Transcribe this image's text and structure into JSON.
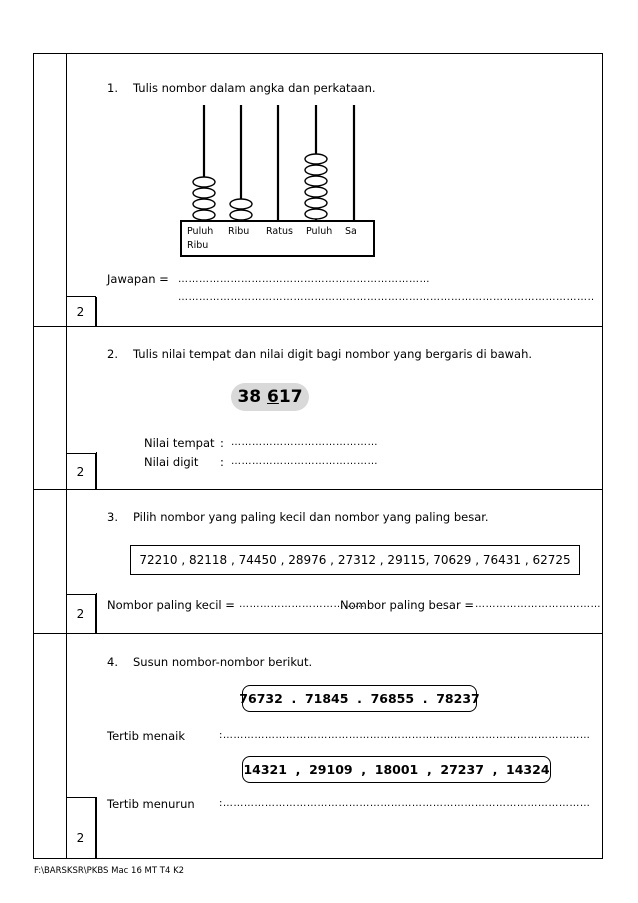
{
  "q1": {
    "number": "1.",
    "instruction": "Tulis nombor dalam angka dan perkataan.",
    "abacus": {
      "columns": [
        {
          "label": "Puluh",
          "label2": "Ribu",
          "beads": 4
        },
        {
          "label": "Ribu",
          "label2": "",
          "beads": 2
        },
        {
          "label": "Ratus",
          "label2": "",
          "beads": 0
        },
        {
          "label": "Puluh",
          "label2": "",
          "beads": 6
        },
        {
          "label": "Sa",
          "label2": "",
          "beads": 0
        }
      ]
    },
    "answer_label": "Jawapan =",
    "answer_dots_1": "………………………………………………………………",
    "answer_dots_2": "…………………………………………………………………………………………………………………………",
    "marks": "2"
  },
  "q2": {
    "number": "2.",
    "instruction": "Tulis nilai tempat dan nilai digit bagi nombor yang bergaris di bawah.",
    "number_prefix": "38 ",
    "number_underlined": "6",
    "number_suffix": "17",
    "place_value_label": "Nilai tempat",
    "digit_value_label": "Nilai digit",
    "colon": ":",
    "dots": "……………………………………",
    "marks": "2"
  },
  "q3": {
    "number": "3.",
    "instruction": "Pilih nombor yang paling kecil dan nombor yang paling besar.",
    "numbers": "72210 , 82118 , 74450 , 28976 , 27312 , 29115, 70629 , 76431 , 62725",
    "smallest_label": "Nombor paling kecil =",
    "largest_label": "Nombor paling besar =",
    "dots": "………………………………",
    "marks": "2"
  },
  "q4": {
    "number": "4.",
    "instruction": "Susun nombor-nombor berikut.",
    "set1": "76732  .  71845  .  76855  .  78237",
    "ascending_label": "Tertib menaik",
    "set2": "14321  ,  29109  ,  18001  ,  27237  ,  14324",
    "descending_label": "Tertib menurun",
    "answer_dots": ":……………………………………………………………………………………………………………………",
    "marks": "2"
  },
  "footer": "F:\\BARSKSR\\PKBS Mac 16 MT T4 K2"
}
